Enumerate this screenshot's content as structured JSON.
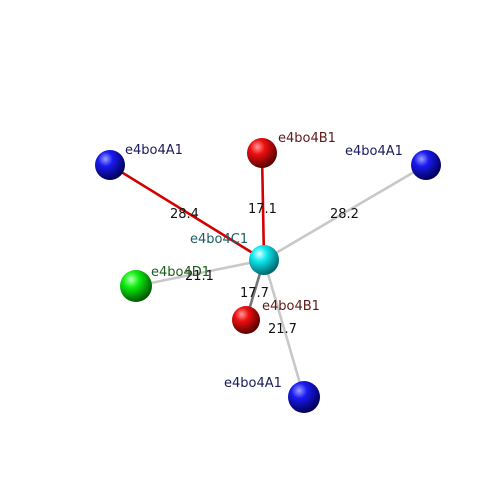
{
  "colors": {
    "blue_atom": "#0000e0",
    "red_atom": "#e00000",
    "green_atom": "#00e000",
    "cyan_atom": "#00e0e8",
    "red_bond": "#d40000",
    "grey_bond": "#c8c8c8",
    "dark_bond": "#777777",
    "label_blue": "#1a1a5e",
    "label_red": "#5e1a1a",
    "label_green": "#1a5e1a",
    "label_cyan": "#1a5e5e"
  },
  "nodes": [
    {
      "id": "center",
      "label": "e4bo4C1",
      "color": "cyan"
    },
    {
      "id": "red_top",
      "label": "e4bo4B1",
      "color": "red"
    },
    {
      "id": "blue_left",
      "label": "e4bo4A1",
      "color": "blue"
    },
    {
      "id": "blue_right",
      "label": "e4bo4A1",
      "color": "blue"
    },
    {
      "id": "green_left",
      "label": "e4bo4D1",
      "color": "green"
    },
    {
      "id": "red_low",
      "label": "e4bo4B1",
      "color": "red"
    },
    {
      "id": "blue_bottom",
      "label": "e4bo4A1",
      "color": "blue"
    }
  ],
  "edges": [
    {
      "id": "e_blue_left",
      "to": "blue_left",
      "value": "28.4",
      "style": "red"
    },
    {
      "id": "e_red_top",
      "to": "red_top",
      "value": "17.1",
      "style": "red"
    },
    {
      "id": "e_blue_right",
      "to": "blue_right",
      "value": "28.2",
      "style": "grey"
    },
    {
      "id": "e_green",
      "to": "green_left",
      "value": "21.1",
      "style": "grey"
    },
    {
      "id": "e_red_low",
      "to": "red_low",
      "value": "17.7",
      "style": "dark"
    },
    {
      "id": "e_blue_bottom",
      "to": "blue_bottom",
      "value": "21.7",
      "style": "grey"
    }
  ]
}
